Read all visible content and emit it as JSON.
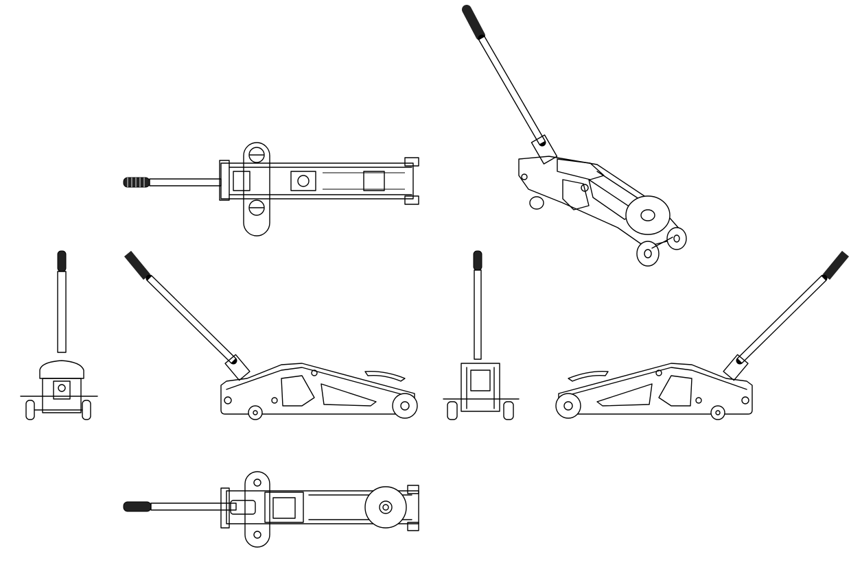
{
  "drawing": {
    "views": [
      {
        "id": "top",
        "kind": "top-view"
      },
      {
        "id": "isometric",
        "kind": "isometric-view"
      },
      {
        "id": "rear",
        "kind": "rear-end-view"
      },
      {
        "id": "left-side",
        "kind": "side-view"
      },
      {
        "id": "front",
        "kind": "front-end-view"
      },
      {
        "id": "right-side",
        "kind": "side-view-mirrored"
      },
      {
        "id": "bottom",
        "kind": "bottom-view"
      }
    ],
    "colors": {
      "line": "#000000",
      "background": "#ffffff"
    }
  }
}
